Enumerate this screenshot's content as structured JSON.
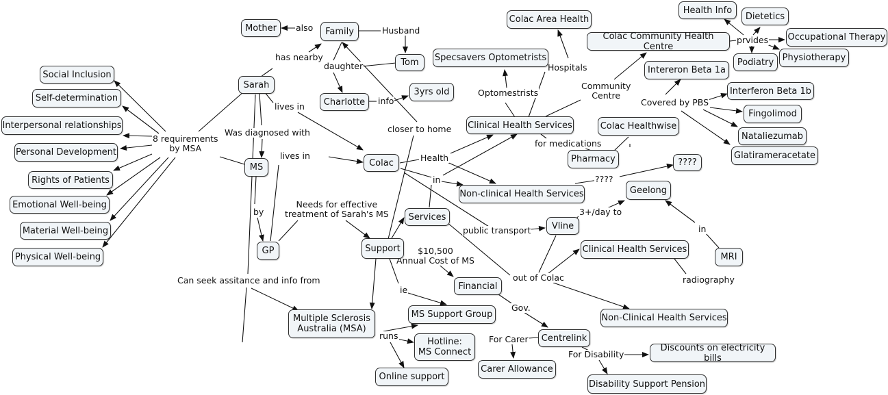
{
  "nodes": {
    "mother": "Mother",
    "family": "Family",
    "tom": "Tom",
    "sarah": "Sarah",
    "charlotte": "Charlotte",
    "three_yrs": "3yrs old",
    "social_inclusion": "Social Inclusion",
    "self_determination": "Self-determination",
    "interpersonal": "Interpersonal relationships",
    "personal_dev": "Personal Development",
    "rights": "Rights of Patients",
    "emotional": "Emotional Well-being",
    "material": "Material Well-being",
    "physical": "Physical Well-being",
    "ms": "MS",
    "gp": "GP",
    "colac": "Colac",
    "services": "Services",
    "support": "Support",
    "msa": "Multiple Sclerosis\nAustralia (MSA)",
    "ms_support_group": "MS Support Group",
    "hotline": "Hotline:\nMS Connect",
    "online_support": "Online support",
    "financial": "Financial",
    "centrelink": "Centrelink",
    "carer_allowance": "Carer Allowance",
    "discounts": "Discounts on electricity bills",
    "dsp": "Disability Support Pension",
    "vline": "Vline",
    "geelong": "Geelong",
    "mri": "MRI",
    "clinical_geelong": "Clinical Health Services",
    "nonclinical_geelong": "Non-Clinical Health Services",
    "clinical_colac": "Clinical Health Services",
    "nonclinical_colac": "Non-clinical Health Services",
    "q4": "????",
    "pharmacy": "Pharmacy",
    "colac_healthwise": "Colac Healthwise",
    "specsavers": "Specsavers Optometrists",
    "colac_area_health": "Colac Area Health",
    "cchc": "Colac Community Health Centre",
    "interferon_1a": "Intereron Beta 1a",
    "interferon_1b": "Interferon Beta 1b",
    "fingolimod": "Fingolimod",
    "nataliezumab": "Nataliezumab",
    "glatiramer": "Glatirameracetate",
    "health_info": "Health Info",
    "dietetics": "Dietetics",
    "occupational": "Occupational Therapy",
    "physiotherapy": "Physiotherapy",
    "podiatry": "Podiatry"
  },
  "links": {
    "also": "also",
    "husband": "Husband",
    "has_nearby": "has nearby",
    "daughter": "daughter",
    "info": "info",
    "lives_in_1": "lives in",
    "was_diagnosed": "Was diagnosed with",
    "eight_req": "8 requirements\nby MSA",
    "lives_in_2": "lives in",
    "by": "by",
    "can_seek": "Can seek assitance and info from",
    "needs": "Needs for effective\ntreatment of Sarah's MS",
    "closer_to_home": "closer to home",
    "health": "Health",
    "in": "in",
    "public_transport": "public transport",
    "three_per_day": "3+/day to",
    "in_geelong": "in",
    "radiography": "radiography",
    "out_of_colac": "out of Colac",
    "cost": "$10,500\nAnnual Cost of MS",
    "ie": "ie",
    "gov": "Gov.",
    "runs": "runs",
    "for_carer": "For Carer",
    "for_disability": "For Disability",
    "q4_link": "????",
    "for_medications": "for medications",
    "optometrists": "Optomestrists",
    "hospitals": "Hospitals",
    "community_centre": "Community\nCentre",
    "covered_by_pbs": "Covered by PBS",
    "prvides": "prvides"
  }
}
